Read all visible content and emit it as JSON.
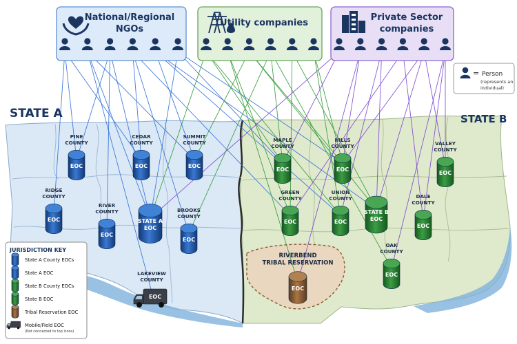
{
  "colors": {
    "ngo": "#2f6fd6",
    "utility": "#2e9a35",
    "private": "#7a45d0",
    "blue_eoc": "#1d4f9c",
    "green_eoc": "#1f7a2a",
    "brown_eoc": "#8a5a2e",
    "state_a_fill": "#dbe8f6",
    "state_b_fill": "#dfe9cc",
    "tribal_fill": "#ead7bf",
    "person": "#1a3560"
  },
  "groups": [
    {
      "id": "ngo",
      "label_lines": [
        "National/Regional",
        "NGOs"
      ],
      "icon": "heart-hands-icon",
      "persons": 6
    },
    {
      "id": "utility",
      "label_lines": [
        "Utility companies"
      ],
      "icon": "power-tower-icon",
      "persons": 6
    },
    {
      "id": "private",
      "label_lines": [
        "Private Sector",
        "companies"
      ],
      "icon": "office-buildings-icon",
      "persons": 6
    }
  ],
  "person_legend": {
    "symbol": "=",
    "title": "Person",
    "note_lines": [
      "(represents an",
      "individual)"
    ]
  },
  "state_labels": {
    "a": "STATE A",
    "b": "STATE B"
  },
  "eocs": [
    {
      "id": "pine",
      "label_lines": [
        "PINE",
        "COUNTY"
      ],
      "badge": "EOC",
      "kind": "county_a"
    },
    {
      "id": "cedar",
      "label_lines": [
        "CEDAR",
        "COUNTY"
      ],
      "badge": "EOC",
      "kind": "county_a"
    },
    {
      "id": "summit",
      "label_lines": [
        "SUMMIT",
        "COUNTY"
      ],
      "badge": "EOC",
      "kind": "county_a"
    },
    {
      "id": "ridge",
      "label_lines": [
        "RIDGE",
        "COUNTY"
      ],
      "badge": "EOC",
      "kind": "county_a"
    },
    {
      "id": "river",
      "label_lines": [
        "RIVER",
        "COUNTY"
      ],
      "badge": "EOC",
      "kind": "county_a"
    },
    {
      "id": "statea",
      "label_lines": [],
      "badge_lines": [
        "STATE A",
        "EOC"
      ],
      "kind": "state_a"
    },
    {
      "id": "brooks",
      "label_lines": [
        "BROOKS",
        "COUNTY"
      ],
      "badge": "EOC",
      "kind": "county_a"
    },
    {
      "id": "lakeview",
      "label_lines": [
        "LAKEVIEW",
        "COUNTY"
      ],
      "badge": "EOC",
      "kind": "mobile"
    },
    {
      "id": "maple",
      "label_lines": [
        "MAPLE",
        "COUNTY"
      ],
      "badge": "EOC",
      "kind": "county_b"
    },
    {
      "id": "hills",
      "label_lines": [
        "HILLS",
        "COUNTY"
      ],
      "badge": "EOC",
      "kind": "county_b"
    },
    {
      "id": "valley",
      "label_lines": [
        "VALLEY",
        "COUNTY"
      ],
      "badge": "EOC",
      "kind": "county_b"
    },
    {
      "id": "green",
      "label_lines": [
        "GREEN",
        "COUNTY"
      ],
      "badge": "EOC",
      "kind": "county_b"
    },
    {
      "id": "union",
      "label_lines": [
        "UNION",
        "COUNTY"
      ],
      "badge": "EOC",
      "kind": "county_b"
    },
    {
      "id": "stateb",
      "label_lines": [],
      "badge_lines": [
        "STATE B",
        "EOC"
      ],
      "kind": "state_b"
    },
    {
      "id": "dale",
      "label_lines": [
        "DALE",
        "COUNTY"
      ],
      "badge": "EOC",
      "kind": "county_b"
    },
    {
      "id": "oak",
      "label_lines": [
        "OAK",
        "COUNTY"
      ],
      "badge": "EOC",
      "kind": "county_b"
    },
    {
      "id": "riverbend",
      "label_lines": [
        "RIVERBEND",
        "TRIBAL RESERVATION"
      ],
      "badge": "EOC",
      "kind": "tribal"
    }
  ],
  "connections": [
    {
      "group": "ngo",
      "person": 0,
      "to": "pine"
    },
    {
      "group": "ngo",
      "person": 0,
      "to": "cedar"
    },
    {
      "group": "ngo",
      "person": 0,
      "to": "ridge"
    },
    {
      "group": "ngo",
      "person": 1,
      "to": "summit"
    },
    {
      "group": "ngo",
      "person": 1,
      "to": "statea"
    },
    {
      "group": "ngo",
      "person": 1,
      "to": "lakeview"
    },
    {
      "group": "ngo",
      "person": 2,
      "to": "river"
    },
    {
      "group": "ngo",
      "person": 2,
      "to": "pine"
    },
    {
      "group": "ngo",
      "person": 2,
      "to": "statea"
    },
    {
      "group": "ngo",
      "person": 3,
      "to": "cedar"
    },
    {
      "group": "ngo",
      "person": 3,
      "to": "brooks"
    },
    {
      "group": "ngo",
      "person": 3,
      "to": "green"
    },
    {
      "group": "ngo",
      "person": 4,
      "to": "summit"
    },
    {
      "group": "ngo",
      "person": 4,
      "to": "stateb"
    },
    {
      "group": "ngo",
      "person": 4,
      "to": "union"
    },
    {
      "group": "ngo",
      "person": 5,
      "to": "maple"
    },
    {
      "group": "ngo",
      "person": 5,
      "to": "hills"
    },
    {
      "group": "ngo",
      "person": 5,
      "to": "statea"
    },
    {
      "group": "utility",
      "person": 0,
      "to": "statea"
    },
    {
      "group": "utility",
      "person": 0,
      "to": "maple"
    },
    {
      "group": "utility",
      "person": 0,
      "to": "union"
    },
    {
      "group": "utility",
      "person": 1,
      "to": "green"
    },
    {
      "group": "utility",
      "person": 1,
      "to": "riverbend"
    },
    {
      "group": "utility",
      "person": 2,
      "to": "summit"
    },
    {
      "group": "utility",
      "person": 2,
      "to": "stateb"
    },
    {
      "group": "utility",
      "person": 2,
      "to": "hills"
    },
    {
      "group": "utility",
      "person": 3,
      "to": "brooks"
    },
    {
      "group": "utility",
      "person": 3,
      "to": "maple"
    },
    {
      "group": "utility",
      "person": 3,
      "to": "oak"
    },
    {
      "group": "utility",
      "person": 4,
      "to": "stateb"
    },
    {
      "group": "utility",
      "person": 4,
      "to": "green"
    },
    {
      "group": "utility",
      "person": 5,
      "to": "hills"
    },
    {
      "group": "utility",
      "person": 5,
      "to": "union"
    },
    {
      "group": "private",
      "person": 0,
      "to": "statea"
    },
    {
      "group": "private",
      "person": 0,
      "to": "maple"
    },
    {
      "group": "private",
      "person": 1,
      "to": "hills"
    },
    {
      "group": "private",
      "person": 1,
      "to": "riverbend"
    },
    {
      "group": "private",
      "person": 2,
      "to": "union"
    },
    {
      "group": "private",
      "person": 2,
      "to": "stateb"
    },
    {
      "group": "private",
      "person": 3,
      "to": "green"
    },
    {
      "group": "private",
      "person": 3,
      "to": "dale"
    },
    {
      "group": "private",
      "person": 4,
      "to": "valley"
    },
    {
      "group": "private",
      "person": 4,
      "to": "stateb"
    },
    {
      "group": "private",
      "person": 4,
      "to": "hills"
    },
    {
      "group": "private",
      "person": 5,
      "to": "dale"
    },
    {
      "group": "private",
      "person": 5,
      "to": "oak"
    },
    {
      "group": "private",
      "person": 5,
      "to": "valley"
    }
  ],
  "jurisdiction_key": {
    "title": "JURISDICTION KEY",
    "items": [
      {
        "kind": "county_a",
        "label": "State A County EOCs",
        "note": ""
      },
      {
        "kind": "state_a",
        "label": "State A EOC",
        "note": ""
      },
      {
        "kind": "county_b",
        "label": "State B County EOCs",
        "note": ""
      },
      {
        "kind": "state_b",
        "label": "State B EOC",
        "note": ""
      },
      {
        "kind": "tribal",
        "label": "Tribal Reservation EOC",
        "note": ""
      },
      {
        "kind": "mobile",
        "label": "Mobile/Field EOC",
        "note": "(Not connected to top icons)"
      }
    ]
  }
}
